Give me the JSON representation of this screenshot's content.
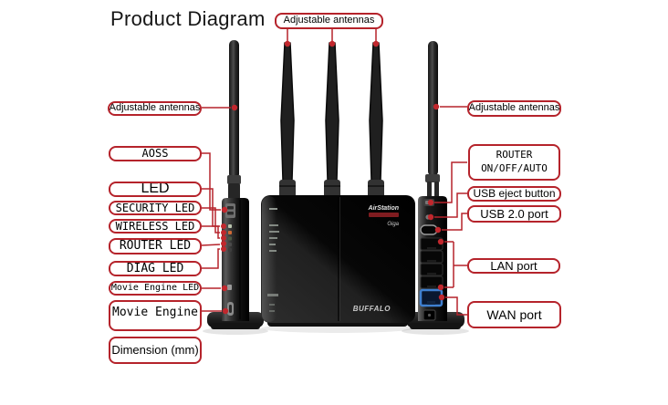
{
  "title": "Product Diagram",
  "colors": {
    "callout_red": "#b5232b",
    "connector_red": "#b5232b",
    "dot_red": "#c1272d",
    "wan_blue": "#3f80d0",
    "led_orange": "#d06a35",
    "device_black": "#111111"
  },
  "callouts": {
    "antennas_top": "Adjustable antennas",
    "antennas_left": "Adjustable antennas",
    "antennas_right": "Adjustable antennas",
    "aoss": "AOSS",
    "led": "LED",
    "security_led": "SECURITY LED",
    "wireless_led": "WIRELESS LED",
    "router_led": "ROUTER LED",
    "diag_led": "DIAG LED",
    "movie_engine_led": "Movie Engine LED",
    "movie_engine": "Movie Engine",
    "dimension": "Dimension (mm)",
    "router_switch_line1": "ROUTER",
    "router_switch_line2": "ON/OFF/AUTO",
    "usb_eject": "USB eject button",
    "usb_port": "USB 2.0 port",
    "lan_port": "LAN port",
    "wan_port": "WAN port"
  },
  "device": {
    "branding": "AirStation",
    "branding_sub": "Giga",
    "brand_logo": "BUFFALO"
  }
}
